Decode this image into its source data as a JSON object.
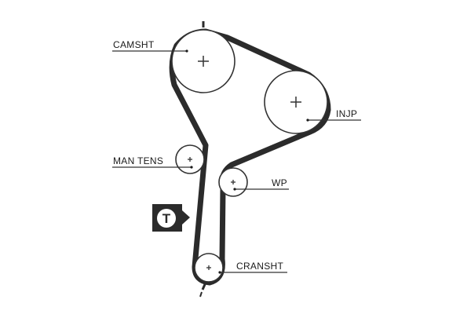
{
  "diagram": {
    "pulleys": [
      {
        "id": "camshaft",
        "label": "CAMSHT"
      },
      {
        "id": "injection_pump",
        "label": "INJP"
      },
      {
        "id": "manual_tensioner",
        "label": "MAN TENS"
      },
      {
        "id": "water_pump",
        "label": "WP"
      },
      {
        "id": "crankshaft",
        "label": "CRANSHT"
      }
    ],
    "tensioner_marker": {
      "label": "T"
    },
    "colors": {
      "belt": "#2b2b2b",
      "pulley_stroke": "#333333",
      "text": "#1a1a1a",
      "marker_bg": "#2b2b2b",
      "marker_fg": "#ffffff"
    }
  }
}
